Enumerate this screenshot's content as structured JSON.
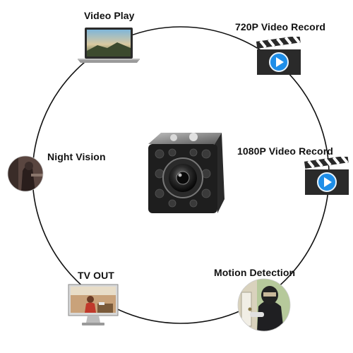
{
  "features": {
    "video_play": {
      "label": "Video Play",
      "icon": "laptop-icon"
    },
    "record_720": {
      "label": "720P Video Record",
      "icon": "clapperboard-play-icon"
    },
    "record_1080": {
      "label": "1080P Video Record",
      "icon": "clapperboard-play-icon"
    },
    "night_vision": {
      "label": "Night Vision",
      "icon": "night-vision-photo"
    },
    "tv_out": {
      "label": "TV OUT",
      "icon": "monitor-icon"
    },
    "motion_detection": {
      "label": "Motion Detection",
      "icon": "burglar-photo"
    }
  },
  "product": {
    "name": "mini-cube-camera",
    "icon": "camera-cube-icon"
  },
  "colors": {
    "ring": "#111111",
    "play_blue": "#1e8ee8",
    "clapper": "#2a2a2a"
  }
}
